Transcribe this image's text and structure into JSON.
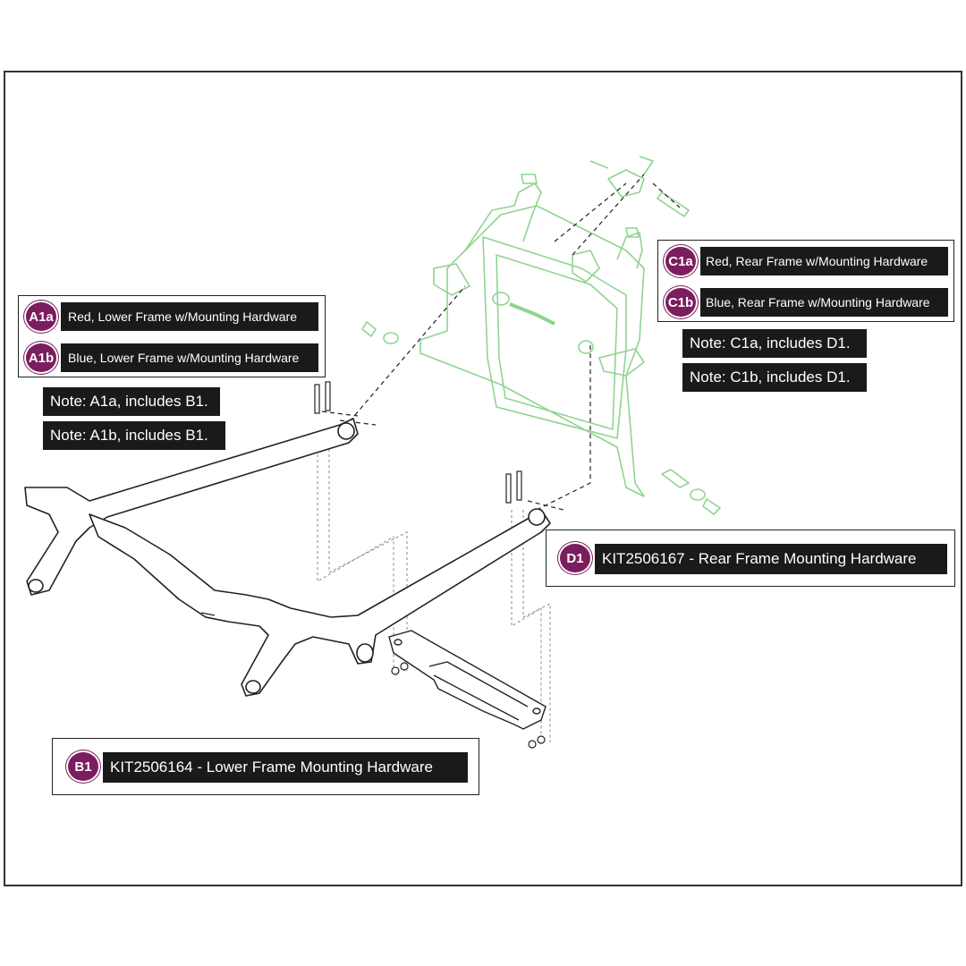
{
  "parts": {
    "a1a": {
      "code": "A1a",
      "label": "Red, Lower Frame w/Mounting Hardware"
    },
    "a1b": {
      "code": "A1b",
      "label": "Blue, Lower Frame w/Mounting Hardware"
    },
    "c1a": {
      "code": "C1a",
      "label": "Red, Rear Frame w/Mounting Hardware"
    },
    "c1b": {
      "code": "C1b",
      "label": "Blue, Rear Frame w/Mounting Hardware"
    },
    "d1": {
      "code": "D1",
      "label": "KIT2506167 - Rear Frame Mounting Hardware"
    },
    "b1": {
      "code": "B1",
      "label": "KIT2506164 - Lower Frame Mounting Hardware"
    }
  },
  "notes": {
    "a1a": "Note: A1a, includes B1.",
    "a1b": "Note: A1b, includes B1.",
    "c1a": "Note: C1a, includes D1.",
    "c1b": "Note: C1b, includes D1."
  },
  "colors": {
    "badge": "#7b1d5e",
    "label_bg": "#1a1a1a",
    "highlight_part": "#8fd48f",
    "line_art": "#333333"
  }
}
